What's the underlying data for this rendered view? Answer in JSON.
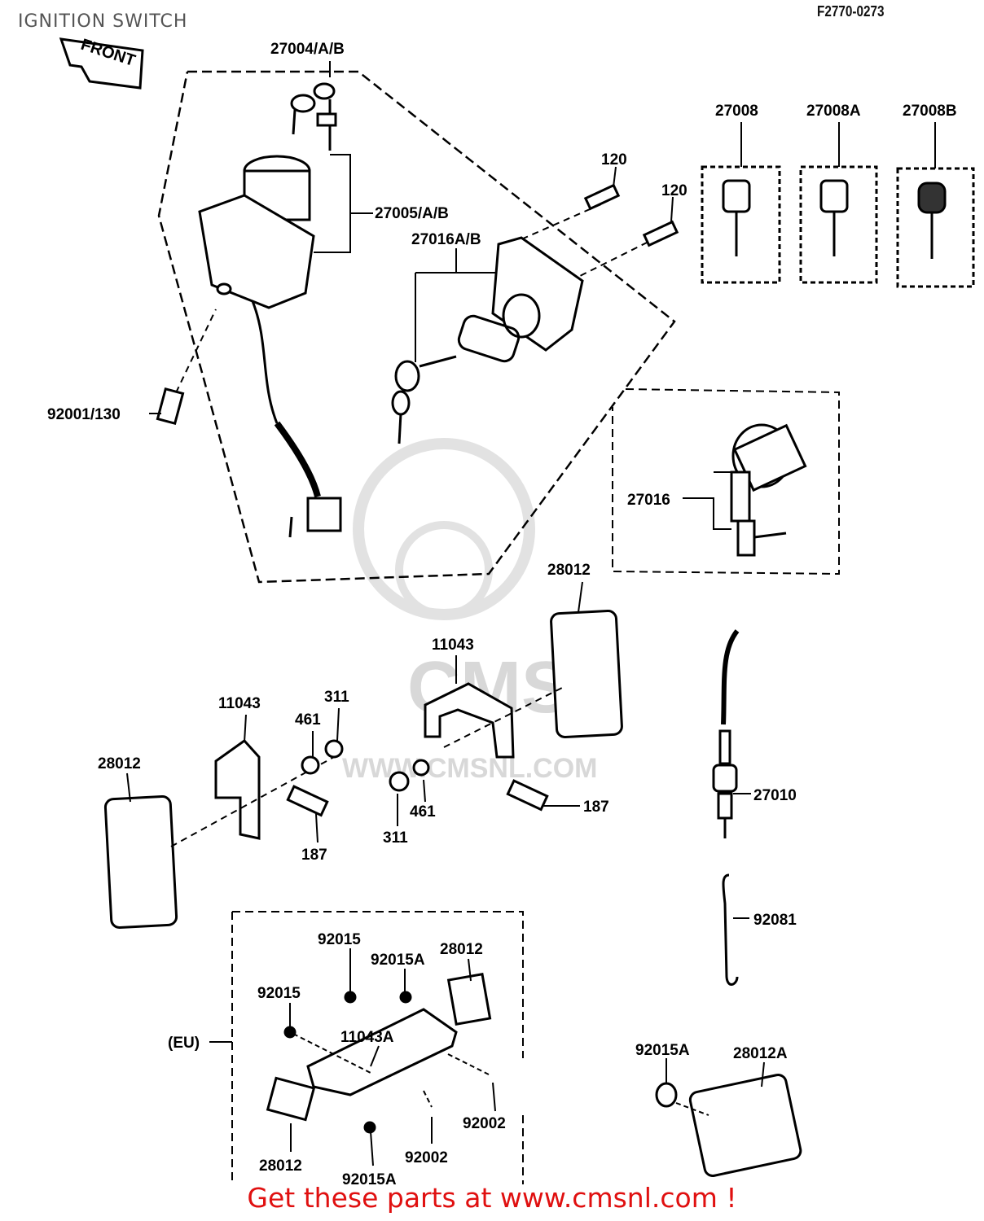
{
  "header": {
    "title": "IGNITION SWITCH",
    "figure_code": "F2770-0273"
  },
  "front_marker": {
    "label": "FRONT"
  },
  "part_labels": {
    "p27004": "27004/A/B",
    "p27005": "27005/A/B",
    "p27016ab": "27016A/B",
    "p120a": "120",
    "p120b": "120",
    "p92001": "92001/130",
    "p27008": "27008",
    "p27008a": "27008A",
    "p27008b": "27008B",
    "p27016": "27016",
    "p28012_top": "28012",
    "p11043_mid": "11043",
    "p11043_left": "11043",
    "p311_upper": "311",
    "p461_upper": "461",
    "p28012_left": "28012",
    "p461_lower": "461",
    "p311_lower": "311",
    "p187_left": "187",
    "p187_right": "187",
    "p27010": "27010",
    "p92081": "92081",
    "p92015_a": "92015",
    "p92015a_top": "92015A",
    "p28012_eu": "28012",
    "p92015_b": "92015",
    "p11043a": "11043A",
    "p_eu": "(EU)",
    "p92002_a": "92002",
    "p92002_b": "92002",
    "p28012_eu_low": "28012",
    "p92015a_low": "92015A",
    "p92015a_right": "92015A",
    "p28012a": "28012A"
  },
  "watermark": {
    "text": "WWW.CMSNL.COM",
    "logo": "CMS"
  },
  "footer": {
    "promo": "Get these parts at www.cmsnl.com !"
  }
}
